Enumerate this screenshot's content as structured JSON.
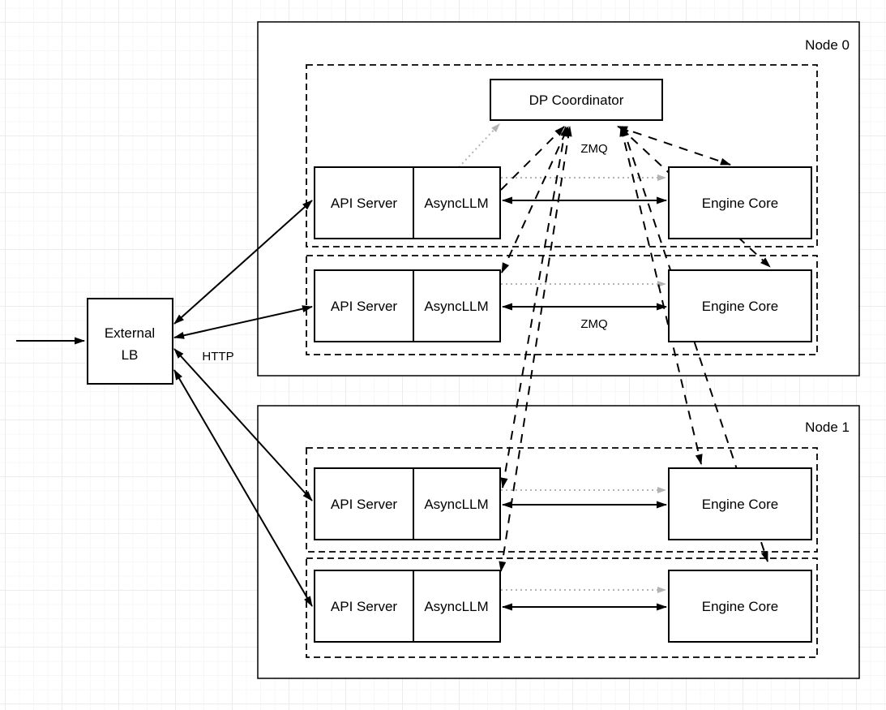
{
  "diagram": {
    "coordinator_label": "DP Coordinator",
    "external_lb": {
      "line1": "External",
      "line2": "LB"
    },
    "http_label": "HTTP",
    "zmq_coordinator_label": "ZMQ",
    "zmq_row_label": "ZMQ",
    "nodes": [
      {
        "label": "Node 0",
        "rows": [
          {
            "api": "API Server",
            "llm": "AsyncLLM",
            "engine": "Engine Core"
          },
          {
            "api": "API Server",
            "llm": "AsyncLLM",
            "engine": "Engine Core"
          }
        ]
      },
      {
        "label": "Node 1",
        "rows": [
          {
            "api": "API Server",
            "llm": "AsyncLLM",
            "engine": "Engine Core"
          },
          {
            "api": "API Server",
            "llm": "AsyncLLM",
            "engine": "Engine Core"
          }
        ]
      }
    ],
    "colors": {
      "line": "#000000",
      "muted_line": "#b3b3b3",
      "box_fill": "#ffffff",
      "grid_major": "#ececec",
      "grid_minor": "#f7f7f7"
    }
  }
}
